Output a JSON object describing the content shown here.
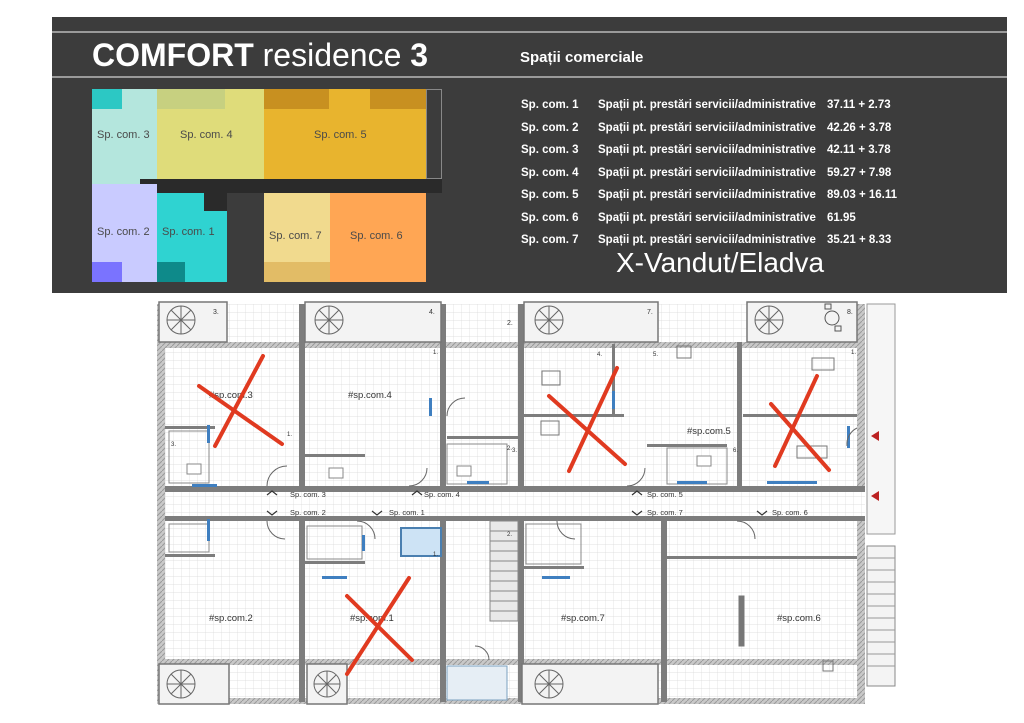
{
  "header": {
    "title_bold": "COMFORT",
    "title_light": "residence",
    "title_number": "3",
    "subtitle": "Spații comerciale",
    "sold_note": "X-Vandut/Eladva"
  },
  "zones": [
    {
      "label": "Sp. com. 3",
      "color": "#b4e6dd"
    },
    {
      "label": "Sp. com. 4",
      "color": "#dfdc7a"
    },
    {
      "label": "Sp. com. 5",
      "color": "#e8b42e"
    },
    {
      "label": "Sp. com. 2",
      "color": "#c9cbff"
    },
    {
      "label": "Sp. com. 1",
      "color": "#2fd3d1"
    },
    {
      "label": "Sp. com. 7",
      "color": "#f1da8e"
    },
    {
      "label": "Sp. com. 6",
      "color": "#ffa654"
    }
  ],
  "table": {
    "rows": [
      {
        "id": "Sp. com. 1",
        "use": "Spații pt. prestări servicii/administrative",
        "area": "37.11 + 2.73"
      },
      {
        "id": "Sp. com. 2",
        "use": "Spații pt. prestări servicii/administrative",
        "area": "42.26 + 3.78"
      },
      {
        "id": "Sp. com. 3",
        "use": "Spații pt. prestări servicii/administrative",
        "area": "42.11 + 3.78"
      },
      {
        "id": "Sp. com. 4",
        "use": "Spații pt. prestări servicii/administrative",
        "area": "59.27 + 7.98"
      },
      {
        "id": "Sp. com. 5",
        "use": "Spații pt. prestări servicii/administrative",
        "area": "89.03 + 16.11"
      },
      {
        "id": "Sp. com. 6",
        "use": "Spații pt. prestări servicii/administrative",
        "area": "61.95"
      },
      {
        "id": "Sp. com. 7",
        "use": "Spații pt. prestări servicii/administrative",
        "area": "35.21 + 8.33"
      }
    ]
  },
  "plan": {
    "rooms": [
      "#sp.com.3",
      "#sp.com.4",
      "#sp.com.5",
      "#sp.com.2",
      "#sp.com.1",
      "#sp.com.7",
      "#sp.com.6"
    ],
    "corridor": [
      "Sp. com. 3",
      "Sp. com. 4",
      "Sp. com. 5",
      "Sp. com. 2",
      "Sp. com. 1",
      "Sp. com. 7",
      "Sp. com. 6"
    ],
    "balcony_numbers": [
      "3.",
      "4.",
      "2.",
      "7.",
      "8."
    ],
    "room_numbers": [
      "1.",
      "2.",
      "1.",
      "3.",
      "4.",
      "5.",
      "1.",
      "1.",
      "2.",
      "3.",
      "6."
    ],
    "sold_marks": [
      "#sp.com.3",
      "#sp.com.5",
      "#sp.com.5",
      "#sp.com.1"
    ],
    "colors": {
      "sold_mark": "#e03a20",
      "wall": "#7d7d7d"
    }
  }
}
